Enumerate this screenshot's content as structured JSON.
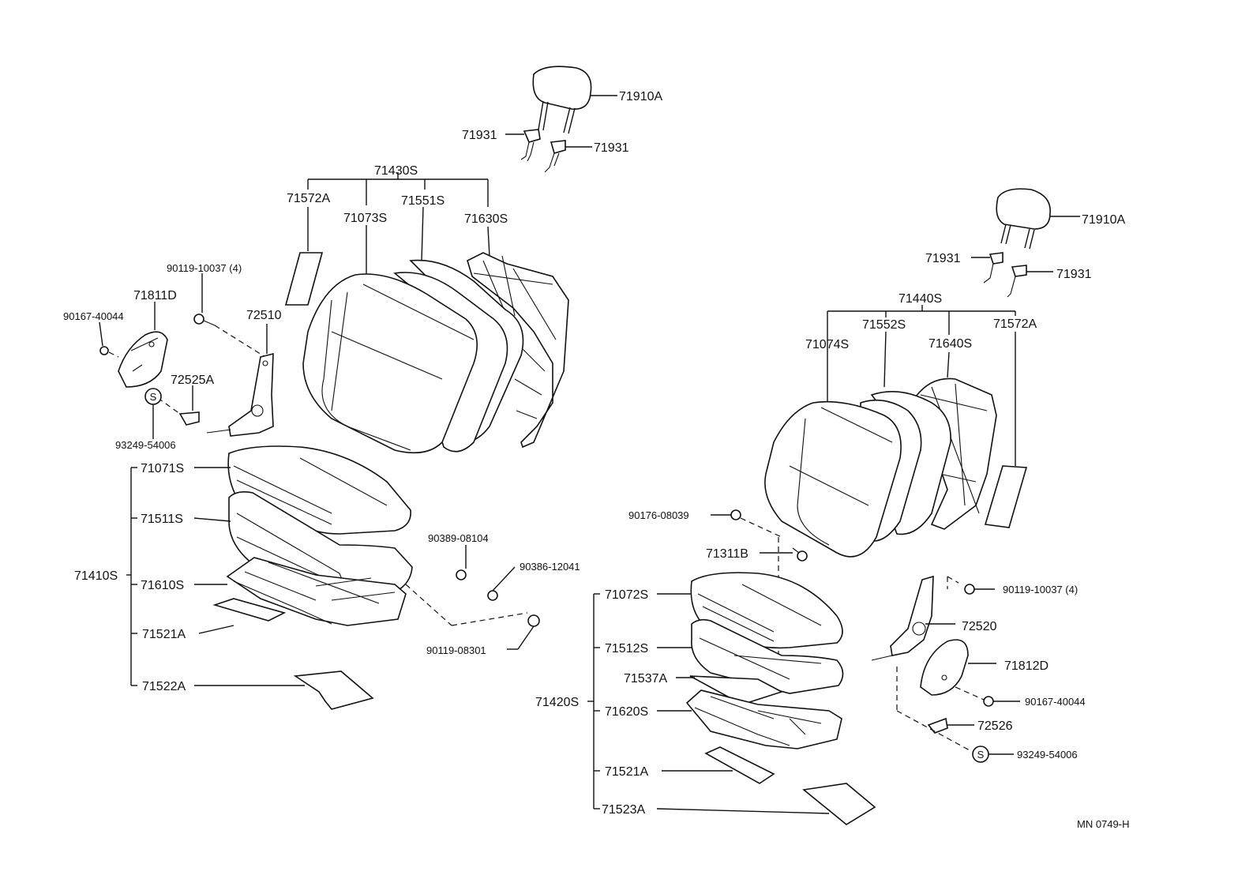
{
  "labels": {
    "headrest_l": "71910A",
    "support_l1": "71931",
    "support_l2": "71931",
    "back_assy_l": "71430S",
    "pad_l": "71572A",
    "back_cover_l": "71073S",
    "back_pad_l": "71551S",
    "back_frame_l": "71630S",
    "bolt_l": "90119-10037 (4)",
    "cover_l": "71811D",
    "screw_l": "90167-40044",
    "hinge_l": "72510",
    "clip_l": "72525A",
    "snap_l": "93249-54006",
    "cush_cover_l": "71071S",
    "cush_pad_l": "71511S",
    "cush_assy_l": "71410S",
    "cush_frame_l": "71610S",
    "pad2_l": "71521A",
    "pad3_l": "71522A",
    "bolt2": "90389-08104",
    "nut": "90386-12041",
    "bolt3": "90119-08301",
    "headrest_r": "71910A",
    "support_r1": "71931",
    "support_r2": "71931",
    "back_assy_r": "71440S",
    "back_pad_r": "71552S",
    "back_cover_r": "71074S",
    "back_frame_r": "71640S",
    "pad_r": "71572A",
    "screw_r": "90176-08039",
    "hook_r": "71311B",
    "cush_cover_r": "71072S",
    "bolt_r": "90119-10037 (4)",
    "hinge_r": "72520",
    "cover_r": "71812D",
    "cush_pad_r": "71512S",
    "pad4_r": "71537A",
    "cush_assy_r": "71420S",
    "screw2_r": "90167-40044",
    "cush_frame_r": "71620S",
    "clip_r": "72526",
    "snap_r": "93249-54006",
    "pad2_r": "71521A",
    "pad3_r": "71523A",
    "s_mark": "S",
    "diagram_code": "MN  0749-H"
  }
}
